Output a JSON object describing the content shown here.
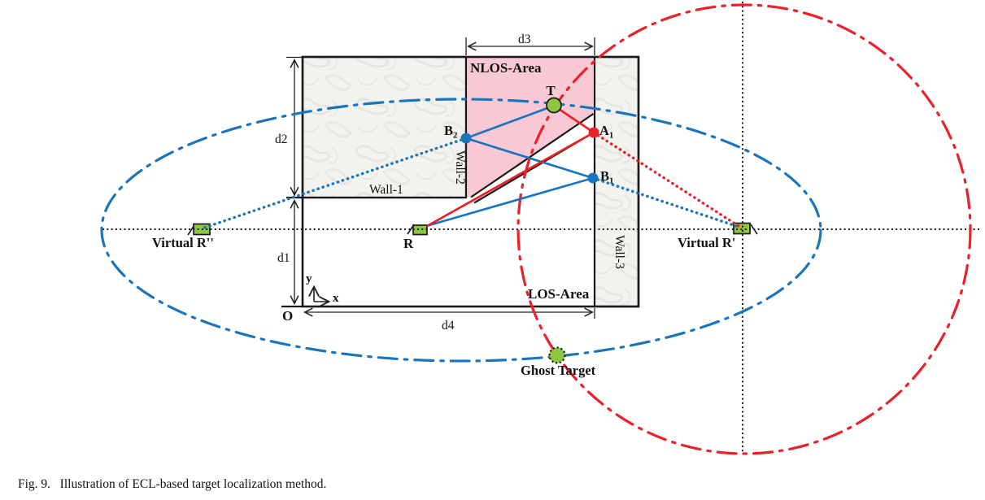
{
  "colors": {
    "blue": "#1b75bc",
    "red": "#ec2028",
    "pink": "#f8c9d4",
    "green": "#8dc63f",
    "wall_fill": "#f2f2ef",
    "line": "#1a1a1a"
  },
  "areas": {
    "nlos": "NLOS-Area",
    "los": "LOS-Area"
  },
  "walls": {
    "wall1": "Wall-1",
    "wall2": "Wall-2",
    "wall3": "Wall-3"
  },
  "points": {
    "target": "T",
    "reflection_b2": {
      "main": "B",
      "sub": "2"
    },
    "reflection_b1": {
      "main": "B",
      "sub": "1"
    },
    "reflection_a1": {
      "main": "A",
      "sub": "1"
    },
    "receiver": "R",
    "virtual_receiver_double_prime": "Virtual R''",
    "virtual_receiver_prime": "Virtual R'",
    "ghost_target": "Ghost Target"
  },
  "dimensions": {
    "d1": "d1",
    "d2": "d2",
    "d3": "d3",
    "d4": "d4"
  },
  "axes": {
    "origin": "O",
    "x": "x",
    "y": "y"
  },
  "caption": "Fig. 9.   Illustration of ECL-based target localization method."
}
